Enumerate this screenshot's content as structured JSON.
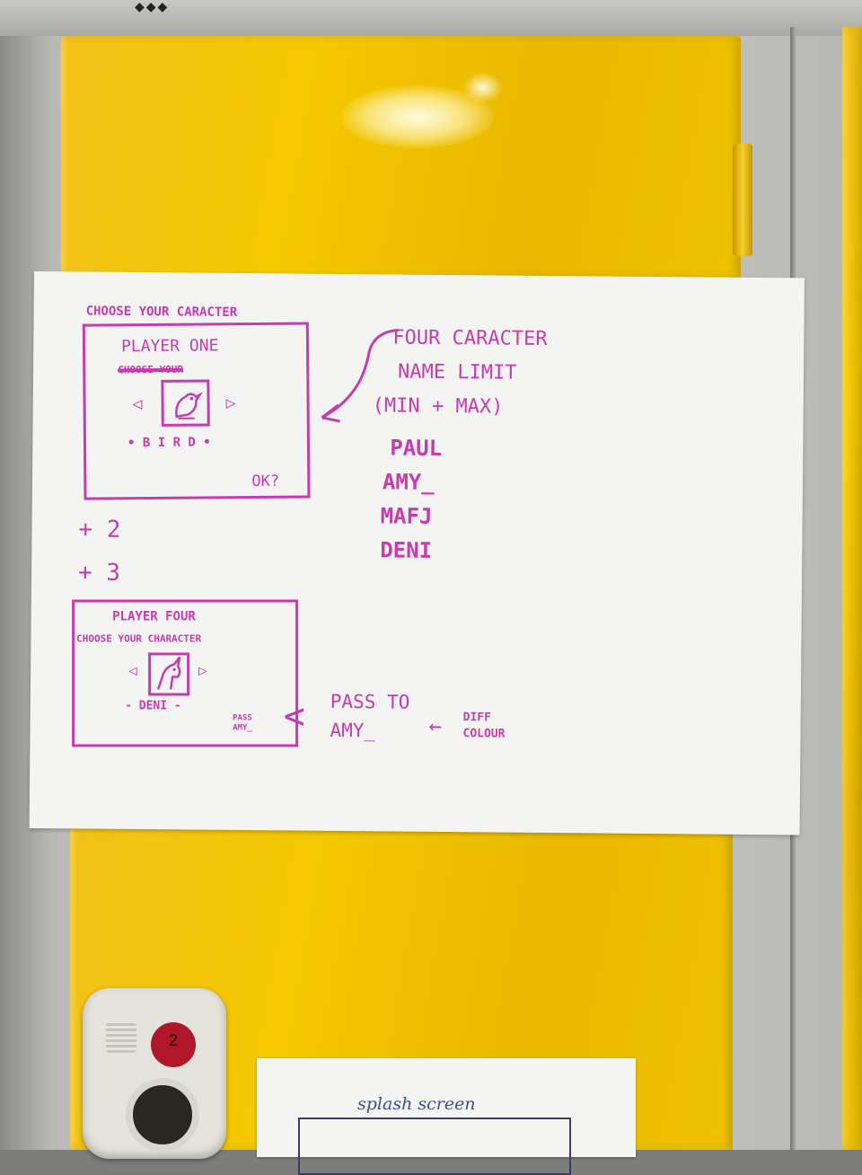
{
  "sketch": {
    "heading": "CHOOSE YOUR CARACTER",
    "player_one_box": {
      "title": "PLAYER ONE",
      "struck_text": "CHOOSE YOUR",
      "left_arrow": "◁",
      "right_arrow": "▷",
      "name_slots": "• B I R D •",
      "ok": "OK?"
    },
    "plus_two": "+ 2",
    "plus_three": "+ 3",
    "player_four_box": {
      "title": "PLAYER FOUR",
      "subtitle": "CHOOSE YOUR CHARACTER",
      "left_arrow": "◁",
      "right_arrow": "▷",
      "name_slots": "- DENI -",
      "pass_label_line1": "PASS",
      "pass_label_line2": "AMY_"
    },
    "annotation_lines": [
      "FOUR CARACTER",
      "NAME LIMIT",
      "(MIN + MAX)"
    ],
    "example_names": [
      "PAUL",
      "AMY_",
      "MAFJ",
      "DENI"
    ],
    "pass_note_line1": "PASS TO",
    "pass_note_line2": "AMY_",
    "diff_note_line1": "DIFF",
    "diff_note_line2": "COLOUR",
    "pass_arrow": "<",
    "diff_arrow": "←"
  },
  "second_sheet": {
    "title": "splash screen"
  },
  "locker": {
    "number": "2",
    "top_marks": "◆◆◆"
  },
  "colors": {
    "ink": "#c63bb0",
    "locker": "#f5c800"
  }
}
